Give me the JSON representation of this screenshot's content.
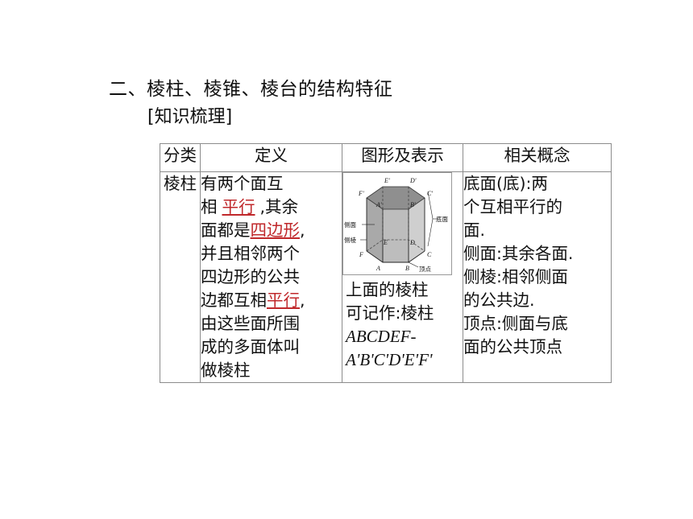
{
  "heading": "二、棱柱、棱锥、棱台的结构特征",
  "subheading": "[知识梳理]",
  "table": {
    "headers": [
      "分类",
      "定义",
      "图形及表示",
      "相关概念"
    ],
    "category": "棱柱",
    "definition": {
      "line1": "有两个面互",
      "line2_pre": "相",
      "line2_fill": "平行",
      "line2_post": ",其余",
      "line3_pre": "面都是",
      "line3_fill": "四边形",
      "line3_post": ",",
      "line4": "并且相邻两个",
      "line5": "四边形的公共",
      "line6_pre": "边都互相",
      "line6_fill": "平行",
      "line6_post": ",",
      "line7": "由这些面所围",
      "line8": "成的多面体叫",
      "line9": "做棱柱"
    },
    "figure": {
      "labels": {
        "E1": "E'",
        "D1": "D'",
        "F1": "F'",
        "C1": "C'",
        "A1": "A'",
        "B1": "B'",
        "E": "E",
        "D": "D",
        "F": "F",
        "C": "C",
        "A": "A",
        "B": "B",
        "side_face": "侧面",
        "lateral_edge": "侧棱",
        "base": "底面",
        "vertex": "顶点"
      },
      "caption_line1": "上面的棱柱",
      "caption_line2": "可记作:棱柱",
      "caption_line3": "ABCDEF-",
      "caption_line4": "A'B'C'D'E'F'"
    },
    "concepts": [
      "底面(底):两",
      "个互相平行的",
      "面.",
      "侧面:其余各面.",
      "侧棱:相邻侧面",
      "的公共边.",
      "顶点:侧面与底",
      "面的公共顶点"
    ]
  }
}
